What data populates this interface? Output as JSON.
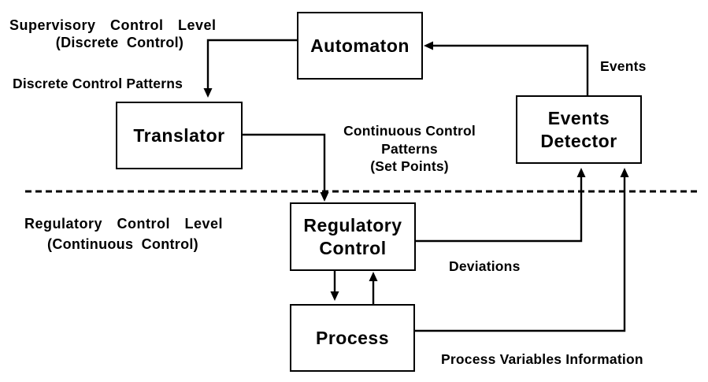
{
  "colors": {
    "background": "#ffffff",
    "line": "#000000",
    "box_fill": "#ffffff",
    "text": "#000000"
  },
  "levels": {
    "supervisory": {
      "title": "Supervisory Control Level",
      "subtitle": "(Discrete Control)"
    },
    "regulatory": {
      "title": "Regulatory Control Level",
      "subtitle": "(Continuous Control)"
    }
  },
  "boxes": {
    "automaton": {
      "label": "Automaton"
    },
    "translator": {
      "label": "Translator"
    },
    "events_detector": {
      "line1": "Events",
      "line2": "Detector"
    },
    "regulatory_control": {
      "line1": "Regulatory",
      "line2": "Control"
    },
    "process": {
      "label": "Process"
    }
  },
  "flow_labels": {
    "discrete_control_patterns": "Discrete Control Patterns",
    "continuous_control_patterns": {
      "line1": "Continuous Control",
      "line2": "Patterns",
      "line3": "(Set Points)"
    },
    "events": "Events",
    "deviations": "Deviations",
    "process_variables_information": "Process Variables Information"
  },
  "connections": [
    {
      "from": "automaton",
      "to": "translator",
      "label": "Discrete Control Patterns"
    },
    {
      "from": "translator",
      "to": "regulatory_control",
      "label": "Continuous Control Patterns (Set Points)"
    },
    {
      "from": "events_detector",
      "to": "automaton",
      "label": "Events"
    },
    {
      "from": "regulatory_control",
      "to": "process",
      "label": ""
    },
    {
      "from": "process",
      "to": "regulatory_control",
      "label": ""
    },
    {
      "from": "regulatory_control",
      "to": "events_detector",
      "label": "Deviations"
    },
    {
      "from": "process",
      "to": "events_detector",
      "label": "Process Variables Information"
    }
  ]
}
